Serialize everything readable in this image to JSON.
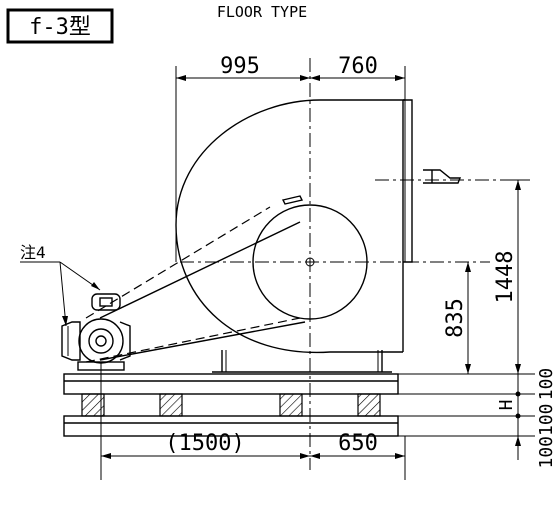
{
  "header": {
    "type_label": "f-3型",
    "type_caption": "FLOOR TYPE"
  },
  "note": {
    "label": "注4"
  },
  "dimensions": {
    "top_left": "995",
    "top_right": "760",
    "total_height": "1448",
    "shaft_height": "835",
    "base_top": "100",
    "base_var": "H",
    "base_bottom": "100100",
    "bottom_left": "(1500)",
    "bottom_right": "650"
  }
}
